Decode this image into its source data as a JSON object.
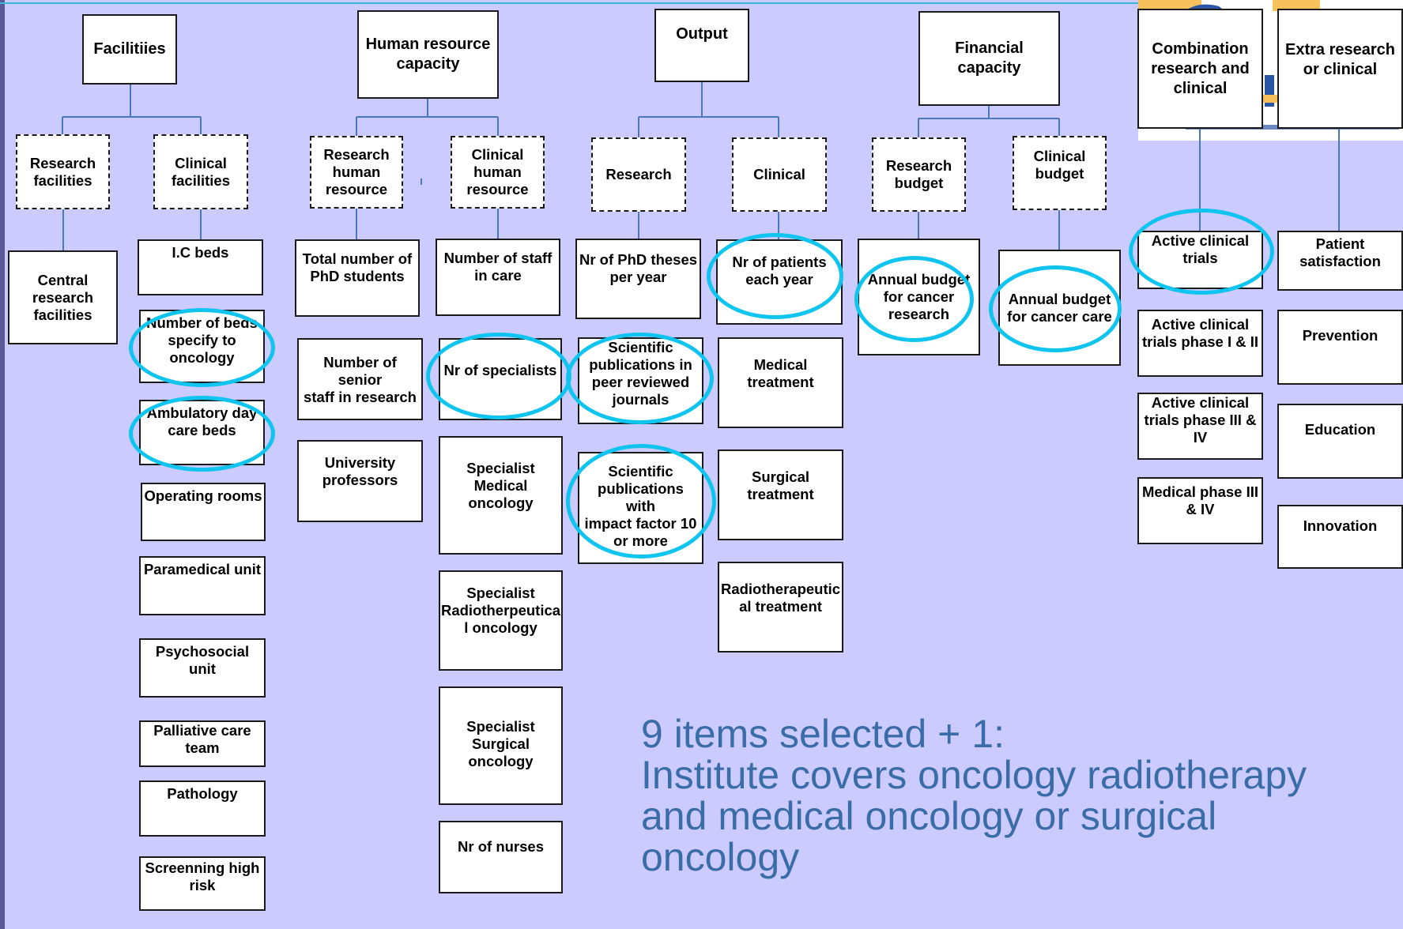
{
  "colors": {
    "background": "#cbcbff",
    "highlight": "#0fc4ee",
    "summary_text": "#3a6ca8"
  },
  "columns": {
    "facilities": {
      "title": "Facilitiies",
      "sub": [
        "Research\nfacilities",
        "Clinical\nfacilities"
      ],
      "research_items": [
        "Central\nresearch\nfacilities"
      ],
      "clinical_items": [
        "I.C beds",
        "Number of beds\nspecify to\noncology",
        "Ambulatory day\ncare beds",
        "Operating rooms",
        "Paramedical unit",
        "Psychosocial\nunit",
        "Palliative care\nteam",
        "Pathology",
        "Screenning high\nrisk"
      ]
    },
    "human_resource": {
      "title": "Human resource\ncapacity",
      "sub": [
        "Research\nhuman\nresource",
        "Clinical\nhuman\nresource"
      ],
      "research_items": [
        "Total number of\nPhD students",
        "Number of senior\nstaff in research",
        "University\nprofessors"
      ],
      "clinical_items": [
        "Number of staff\nin care",
        "Nr of specialists",
        "Specialist\nMedical\noncology",
        "Specialist\nRadiotherpeutica\nl oncology",
        "Specialist\nSurgical\noncology",
        "Nr of nurses"
      ]
    },
    "output": {
      "title": "Output",
      "sub": [
        "Research",
        "Clinical"
      ],
      "research_items": [
        "Nr of PhD theses\nper year",
        "Scientific\npublications in\npeer reviewed\njournals",
        "Scientific\npublications with\nimpact factor 10\nor more"
      ],
      "clinical_items": [
        "Nr of patients\neach year",
        "Medical\ntreatment",
        "Surgical\ntreatment",
        "Radiotherapeutic\nal treatment"
      ]
    },
    "financial": {
      "title": "Financial\ncapacity",
      "sub": [
        "Research\nbudget",
        "Clinical\nbudget"
      ],
      "research_items": [
        "Annual budget\nfor cancer\nresearch"
      ],
      "clinical_items": [
        "Annual budget\nfor cancer care"
      ]
    },
    "combination": {
      "title": "Combination\nresearch and\nclinical",
      "items": [
        "Active clinical\ntrials",
        "Active clinical\ntrials phase I & II",
        "Active clinical\ntrials phase III &\nIV",
        "Medical phase III\n& IV"
      ]
    },
    "extra": {
      "title": "Extra research\nor clinical",
      "items": [
        "Patient\nsatisfaction",
        "Prevention",
        "Education",
        "Innovation"
      ]
    }
  },
  "summary": {
    "line1": "9 items selected + 1:",
    "line2": "Institute covers oncology radiotherapy",
    "line3": "and medical oncology or surgical",
    "line4": "oncology"
  }
}
